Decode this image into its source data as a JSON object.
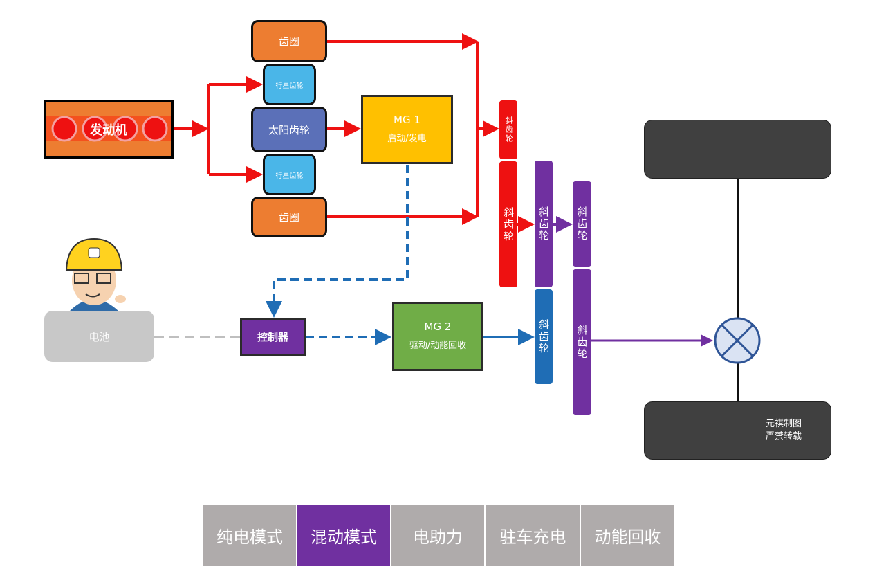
{
  "engine": {
    "label": "发动机"
  },
  "planetary": {
    "ring_top": "齿圈",
    "planet_top": "行星齿轮",
    "sun": "太阳齿轮",
    "planet_bottom": "行星齿轮",
    "ring_bottom": "齿圈"
  },
  "mg1": {
    "name": "MG 1",
    "role": "启动/发电"
  },
  "mg2": {
    "name": "MG 2",
    "role": "驱动/动能回收"
  },
  "controller": {
    "label": "控制器"
  },
  "battery": {
    "label": "电池"
  },
  "helical_gears": [
    "斜齿轮",
    "斜齿轮",
    "斜齿轮",
    "斜齿轮",
    "斜齿轮",
    "斜齿轮"
  ],
  "watermark": {
    "line1": "元祺制图",
    "line2": "严禁转载"
  },
  "modes": [
    {
      "label": "纯电模式",
      "active": false
    },
    {
      "label": "混动模式",
      "active": true
    },
    {
      "label": "电助力",
      "active": false
    },
    {
      "label": "驻车充电",
      "active": false
    },
    {
      "label": "动能回收",
      "active": false
    }
  ],
  "colors": {
    "engine_flow": "#EE1111",
    "electric_flow": "#1F6DB5",
    "output_flow": "#7030A0",
    "battery_link": "#BFBFBF",
    "active_mode": "#7030A0",
    "inactive_mode": "#AFABAB"
  }
}
